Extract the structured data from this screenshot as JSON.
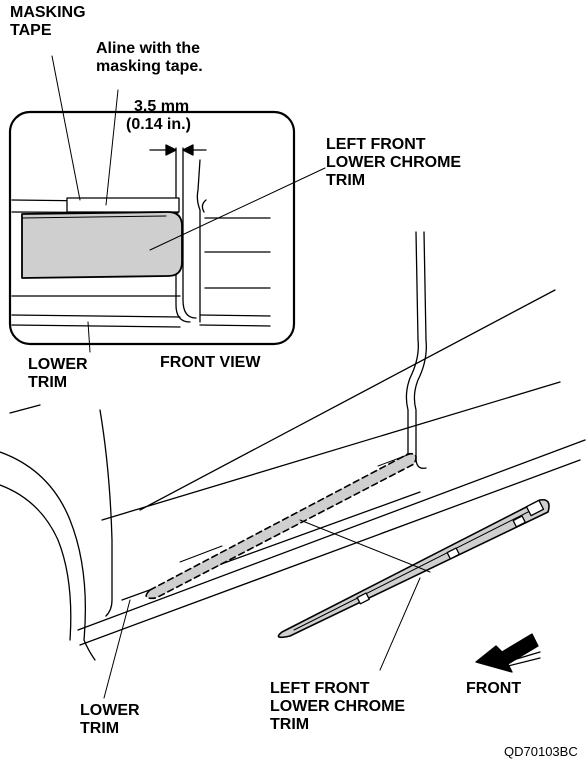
{
  "labels": {
    "masking_tape_1": "MASKING",
    "masking_tape_2": "TAPE",
    "aline_1": "Aline with the",
    "aline_2": "masking tape.",
    "dim_mm": "3.5 mm",
    "dim_in": "(0.14 in.)",
    "inset_trim_1": "LEFT FRONT",
    "inset_trim_2": "LOWER CHROME",
    "inset_trim_3": "TRIM",
    "lower_trim_top_1": "LOWER",
    "lower_trim_top_2": "TRIM",
    "front_view": "FRONT VIEW",
    "bottom_trim_1": "LEFT FRONT",
    "bottom_trim_2": "LOWER CHROME",
    "bottom_trim_3": "TRIM",
    "front": "FRONT",
    "lower_trim_bottom_1": "LOWER",
    "lower_trim_bottom_2": "TRIM",
    "figure_code": "QD70103BC"
  },
  "colors": {
    "line": "#000000",
    "trim_fill": "#cfcfcf",
    "background": "#ffffff"
  }
}
